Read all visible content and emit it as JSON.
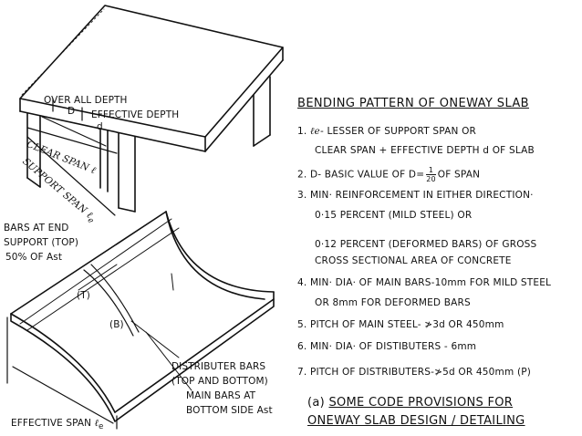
{
  "left_labels": {
    "overall_depth": "OVER ALL DEPTH",
    "d_big": "D",
    "effective_depth": "EFFECTIVE DEPTH",
    "d_small": "d",
    "clear_span": "CLEAR SPAN ℓ",
    "support_span": "SUPPORT SPAN ℓ",
    "support_span_sub": "e",
    "bars_end_1": "BARS AT END",
    "bars_end_2": "SUPPORT (TOP)",
    "bars_end_3": "50% OF Ast",
    "top_marker": "(T)",
    "bottom_marker": "(B)",
    "distributer_1": "DISTRIBUTER BARS",
    "distributer_2": "(TOP AND BOTTOM)",
    "main_bars_1": "MAIN BARS AT",
    "main_bars_2": "BOTTOM SIDE Ast",
    "effective_span": "EFFECTIVE SPAN",
    "effective_span_symbol": "ℓ",
    "effective_span_sub": "e"
  },
  "right": {
    "title": "BENDING PATTERN OF ONEWAY SLAB",
    "item1_line1_num": "1.",
    "item1_line1_sym": "ℓe",
    "item1_line1": "- LESSER OF SUPPORT SPAN  OR",
    "item1_line2": "CLEAR SPAN + EFFECTIVE DEPTH d  OF SLAB",
    "item2_prefix": "2.  D- BASIC VALUE OF  D=",
    "item2_num": "1",
    "item2_den": "20",
    "item2_suffix": "OF SPAN",
    "item3_line1": "3.  MIN· REINFORCEMENT IN EITHER DIRECTION·",
    "item3_line2": "0·15 PERCENT (MILD STEEL)  OR",
    "item3_line3": "0·12 PERCENT  (DEFORMED BARS) OF GROSS",
    "item3_line4": "CROSS SECTIONAL AREA OF CONCRETE",
    "item4_line1": "4.  MIN· DIA· OF MAIN BARS-10mm FOR MILD STEEL",
    "item4_line2": "OR 8mm FOR DEFORMED BARS",
    "item5": "5.  PITCH OF MAIN STEEL- ≯3d  OR 450mm",
    "item6": "6.  MIN· DIA· OF DISTIBUTERS - 6mm",
    "item7": "7.  PITCH OF DISTRIBUTERS-≯5d  OR 450mm (P)",
    "caption_1a": "(a) ",
    "caption_1b": "SOME CODE PROVISIONS FOR",
    "caption_2": "ONEWAY  SLAB  DESIGN / DETAILING"
  }
}
